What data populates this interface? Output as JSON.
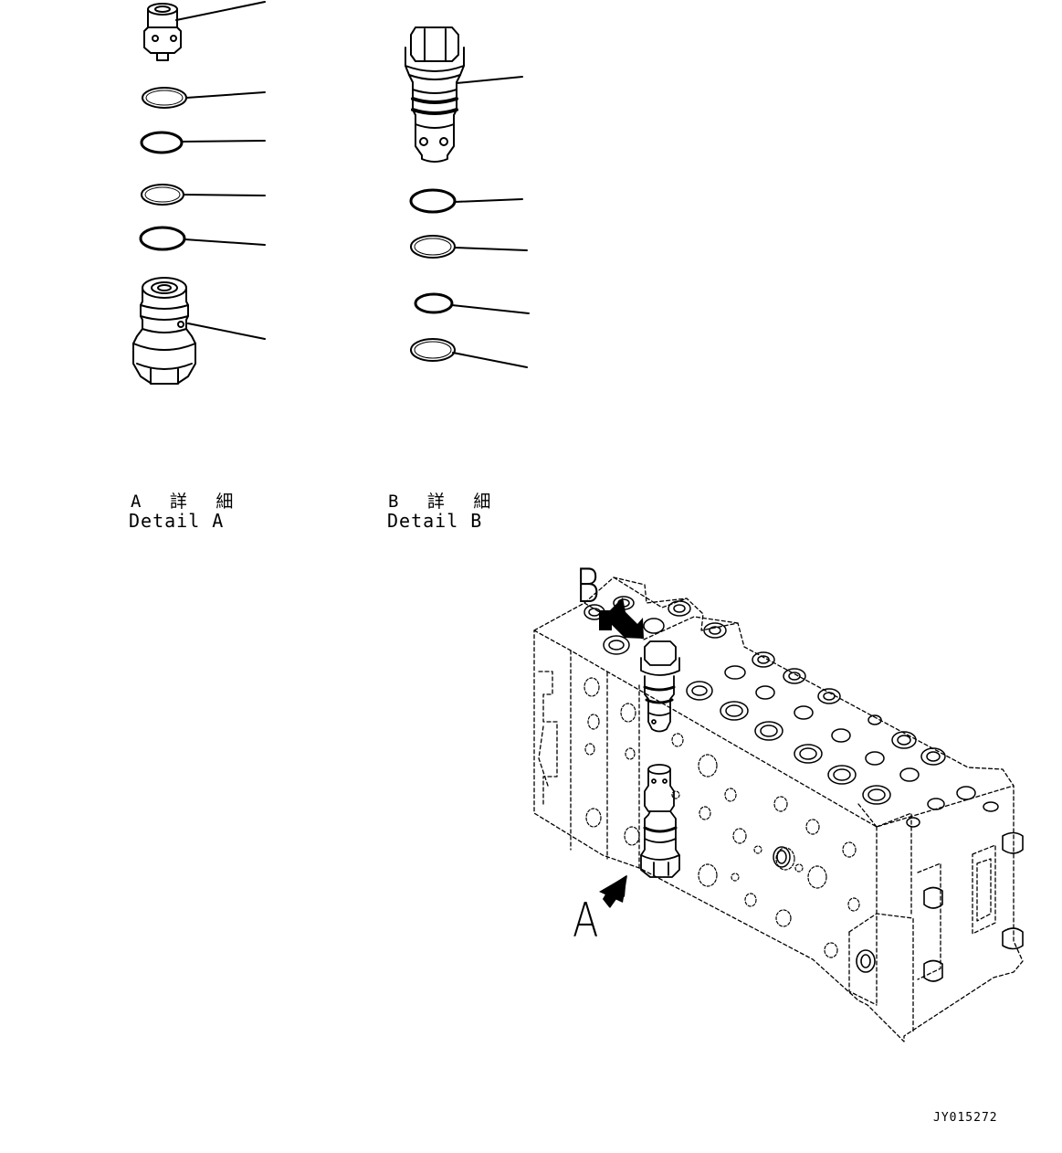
{
  "detail_a": {
    "jp": "A 詳 細",
    "en": "Detail A"
  },
  "detail_b": {
    "jp": "B 詳 細",
    "en": "Detail B"
  },
  "arrow_a": "A",
  "arrow_b": "B",
  "drawing_code": "JY015272",
  "colors": {
    "line": "#000000",
    "background": "#ffffff"
  }
}
